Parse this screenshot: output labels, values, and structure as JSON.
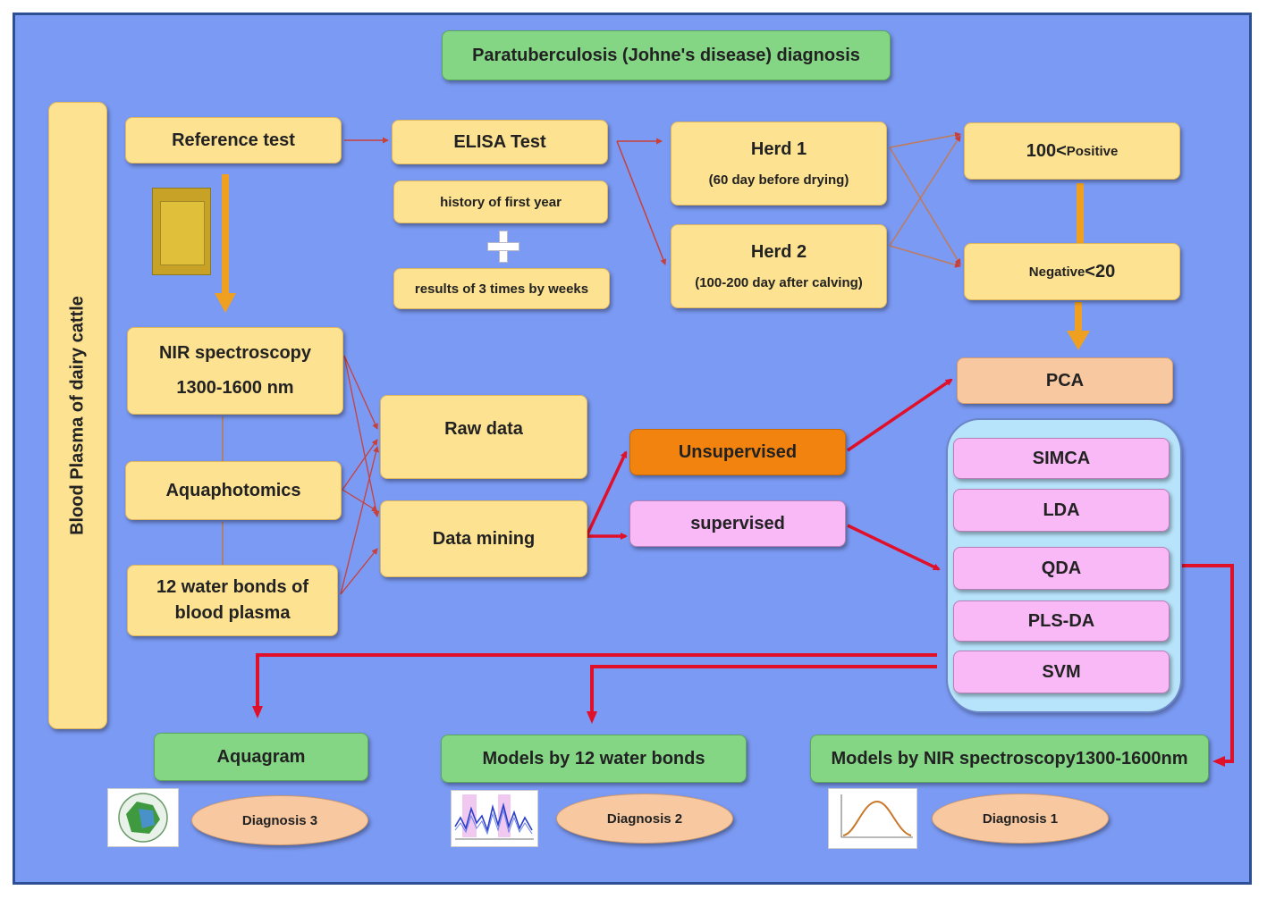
{
  "title": "Paratuberculosis (Johne's disease) diagnosis",
  "side_label": "Blood Plasma of dairy cattle",
  "reference_test": "Reference test",
  "elisa": "ELISA Test",
  "history": "history of first year",
  "results": "results of 3 times by weeks",
  "herd1": {
    "title": "Herd 1",
    "sub": "(60 day before drying)"
  },
  "herd2": {
    "title": "Herd 2",
    "sub": "(100-200 day after calving)"
  },
  "positive": {
    "num": "100<",
    "word": "Positive"
  },
  "negative": {
    "word": "Negative",
    "num": "<20"
  },
  "pca": "PCA",
  "nir": {
    "line1": "NIR spectroscopy",
    "line2": "1300-1600 nm"
  },
  "aquaphotomics": "Aquaphotomics",
  "water_bonds": {
    "line1": "12 water bonds of",
    "line2": "blood plasma"
  },
  "raw_data": "Raw data",
  "data_mining": "Data mining",
  "unsupervised": "Unsupervised",
  "supervised": "supervised",
  "methods": [
    "SIMCA",
    "LDA",
    "QDA",
    "PLS-DA",
    "SVM"
  ],
  "outputs": {
    "aquagram": "Aquagram",
    "models_water": "Models by 12 water bonds",
    "models_nir": "Models by NIR spectroscopy1300-1600nm"
  },
  "diagnoses": {
    "d3": "Diagnosis 3",
    "d2": "Diagnosis 2",
    "d1": "Diagnosis 1"
  },
  "colors": {
    "background": "#7b9af3",
    "box_yellow": "#fde292",
    "box_green": "#84d685",
    "box_peach": "#f8c8a0",
    "box_orange": "#f3830f",
    "box_pink": "#f9b8f6",
    "arrow_red": "#e0102a",
    "arrow_orange": "#f0a020"
  }
}
